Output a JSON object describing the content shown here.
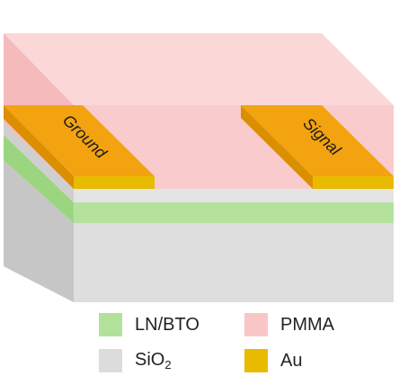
{
  "electrodes": {
    "ground_label": "Ground",
    "signal_label": "Signal"
  },
  "legend": [
    {
      "id": "ln-bto",
      "label": "LN/BTO",
      "color": "#b2e29a"
    },
    {
      "id": "pmma",
      "label": "PMMA",
      "color": "#f9c6c8"
    },
    {
      "id": "sio2",
      "label": "SiO",
      "subscript": "2",
      "color": "#dcdcdc"
    },
    {
      "id": "au",
      "label": "Au",
      "color": "#e8bb00"
    }
  ],
  "colors": {
    "pmma_top": "#fbd3d3",
    "pmma_front": "#f8bfc1",
    "pmma_side": "#f2b0b3",
    "sio2_front": "#dedede",
    "sio2_side": "#c6c6c6",
    "ln_front": "#b4e29d",
    "ln_side": "#9cd580",
    "au_top": "#f2a30f",
    "au_front": "#e8bb00",
    "au_side": "#d98f00"
  }
}
